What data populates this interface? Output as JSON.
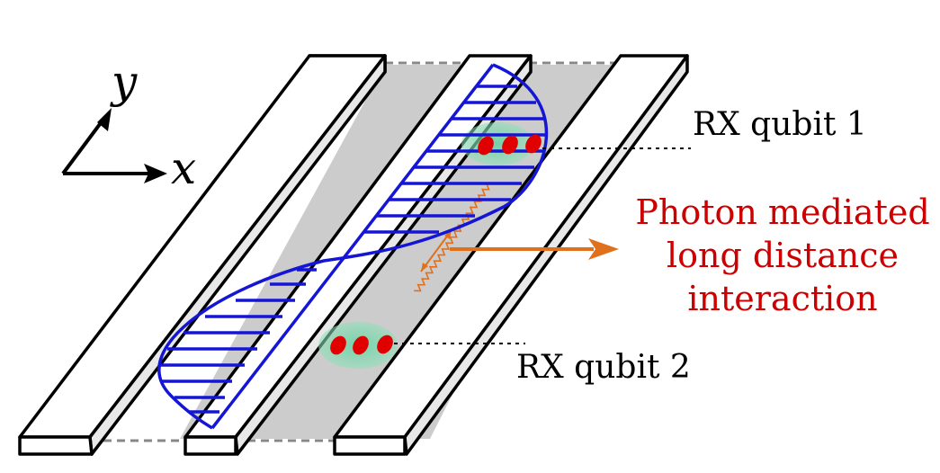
{
  "axes": {
    "y_label": "y",
    "x_label": "x"
  },
  "labels": {
    "qubit1": "RX qubit 1",
    "qubit2": "RX qubit 2",
    "interaction_line1": "Photon mediated",
    "interaction_line2": "long distance",
    "interaction_line3": "interaction"
  },
  "colors": {
    "wave": "#1515d6",
    "qubit_dot": "#e00000",
    "qubit_glow": "#6cd6a8",
    "photon": "#e0701c",
    "interaction_text": "#cc0000",
    "substrate": "#cfcfcf"
  }
}
